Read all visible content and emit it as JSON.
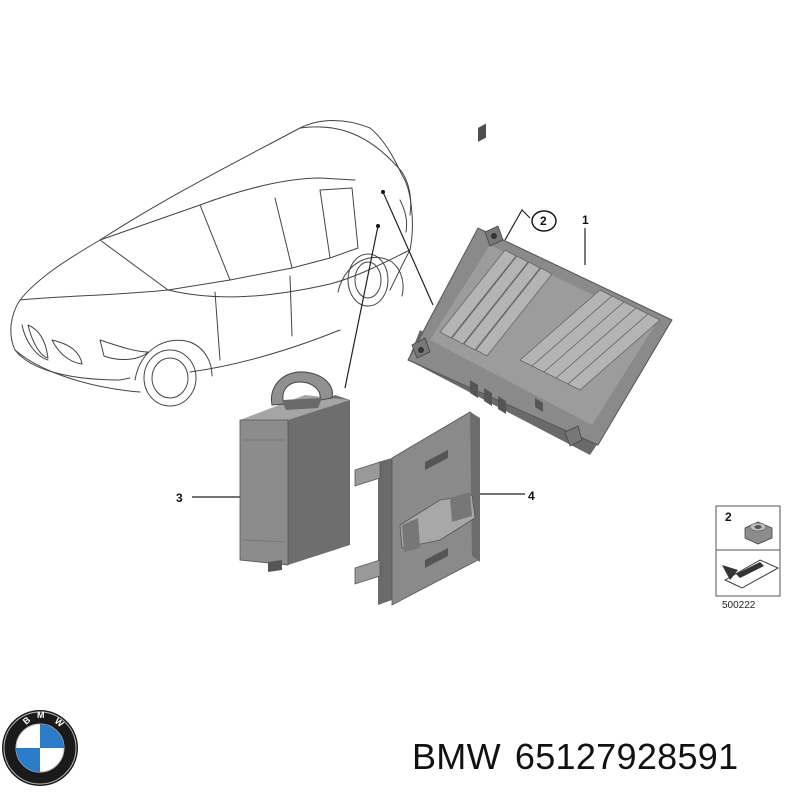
{
  "diagram": {
    "callouts": [
      "1",
      "2",
      "3",
      "4"
    ],
    "legend": {
      "part_number": "2",
      "code": "500222"
    }
  },
  "footer": {
    "brand": "BMW",
    "part_number": "65127928591"
  },
  "logo": {
    "lettering": "BMW"
  }
}
